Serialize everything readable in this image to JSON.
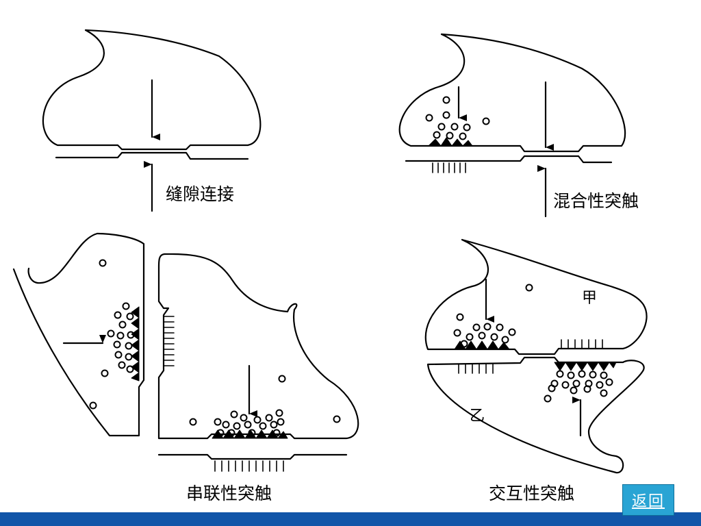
{
  "labels": {
    "gap_junction": "缝隙连接",
    "mixed_synapse": "混合性突触",
    "serial_synapse": "串联性突触",
    "reciprocal_synapse": "交互性突触",
    "neuron_a": "甲",
    "neuron_b": "乙"
  },
  "nav": {
    "back_label": "返回"
  },
  "colors": {
    "ink": "#000000",
    "bar": "#1155a8",
    "button": "#29a4d4"
  }
}
